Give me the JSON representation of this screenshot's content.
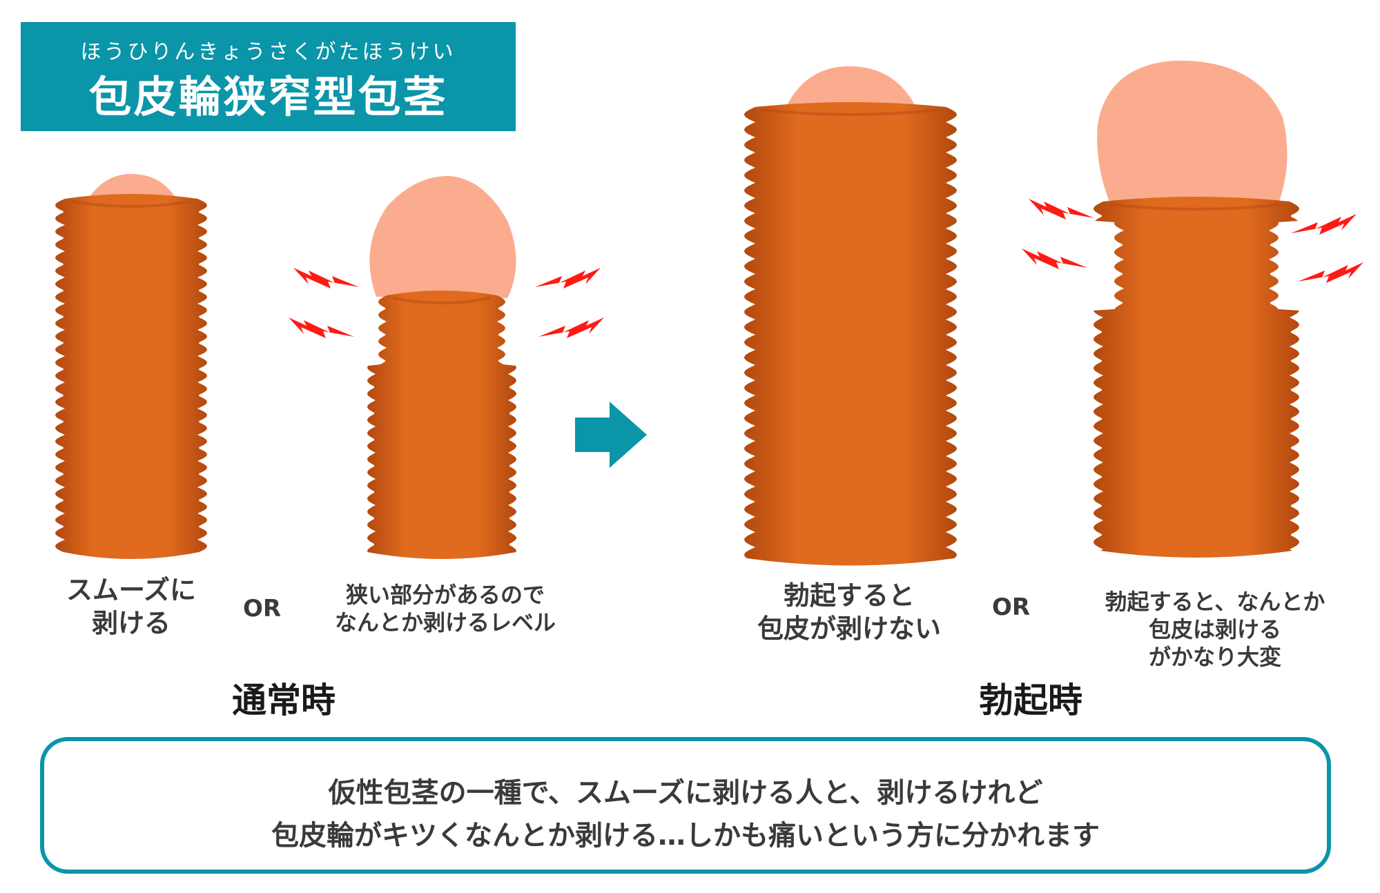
{
  "title": {
    "ruby": "ほうひりんきょうさくがたほうけい",
    "main": "包皮輪狭窄型包茎"
  },
  "colors": {
    "accent": "#0a95a9",
    "skin": "#e06a1e",
    "skin_dark": "#b3490f",
    "glans": "#fbac8e",
    "alert": "#ff1a14"
  },
  "normal": {
    "section_label": "通常時",
    "left_caption": [
      "スムーズに",
      "剥ける"
    ],
    "or_label": "OR",
    "right_caption": [
      "狭い部分があるので",
      "なんとか剥けるレベル"
    ]
  },
  "erect": {
    "section_label": "勃起時",
    "left_caption": [
      "勃起すると",
      "包皮が剥けない"
    ],
    "or_label": "OR",
    "right_caption": [
      "勃起すると、なんとか",
      "包皮は剥ける",
      "がかなり大変"
    ]
  },
  "note": {
    "line1": "仮性包茎の一種で、スムーズに剥ける人と、剥けるけれど",
    "line2": "包皮輪がキツくなんとか剥ける…しかも痛いという方に分かれます"
  },
  "icons": [
    "arrow-right-icon",
    "pain-spark-icon"
  ]
}
